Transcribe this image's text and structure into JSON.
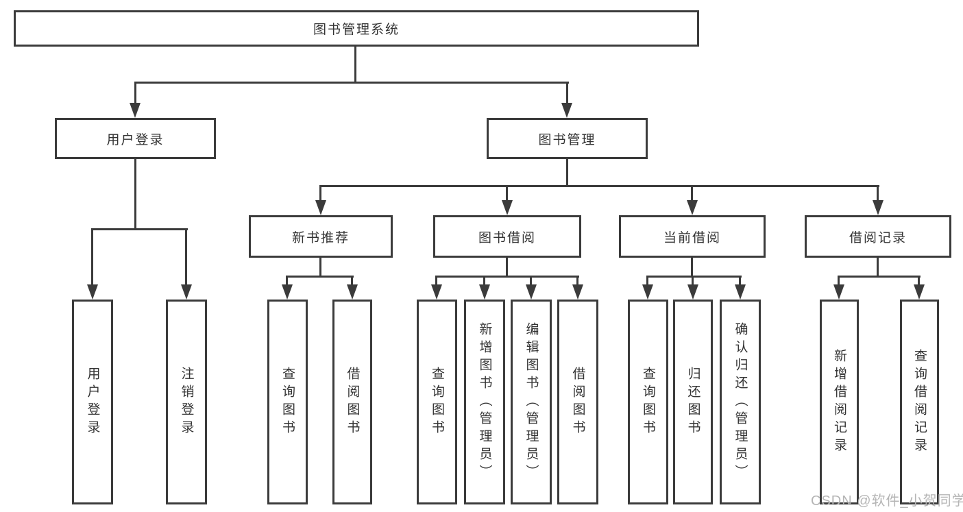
{
  "diagram_type": "hierarchy-tree",
  "nodes": {
    "root": {
      "label": "图书管理系统"
    },
    "user_login": {
      "label": "用户登录"
    },
    "book_mgmt": {
      "label": "图书管理"
    },
    "new_book_rec": {
      "label": "新书推荐"
    },
    "book_borrow": {
      "label": "图书借阅"
    },
    "current_borrow": {
      "label": "当前借阅"
    },
    "borrow_record": {
      "label": "借阅记录"
    },
    "ul_user_login": {
      "label": "用户登录"
    },
    "ul_logout": {
      "label": "注销登录"
    },
    "nb_query_book": {
      "label": "查询图书"
    },
    "nb_borrow_book": {
      "label": "借阅图书"
    },
    "bb_query_book": {
      "label": "查询图书"
    },
    "bb_add_book": {
      "label": "新增图书（管理员）"
    },
    "bb_edit_book": {
      "label": "编辑图书（管理员）"
    },
    "bb_borrow_book": {
      "label": "借阅图书"
    },
    "cb_query_book": {
      "label": "查询图书"
    },
    "cb_return_book": {
      "label": "归还图书"
    },
    "cb_confirm_return": {
      "label": "确认归还（管理员）"
    },
    "br_add_record": {
      "label": "新增借阅记录"
    },
    "br_query_record": {
      "label": "查询借阅记录"
    }
  },
  "watermark": {
    "text": "CSDN @软件_小贺同学"
  },
  "colors": {
    "line": "#3b3b3b",
    "text": "#333333",
    "box_background": "#ffffff",
    "watermark": "#b5b5b5"
  }
}
